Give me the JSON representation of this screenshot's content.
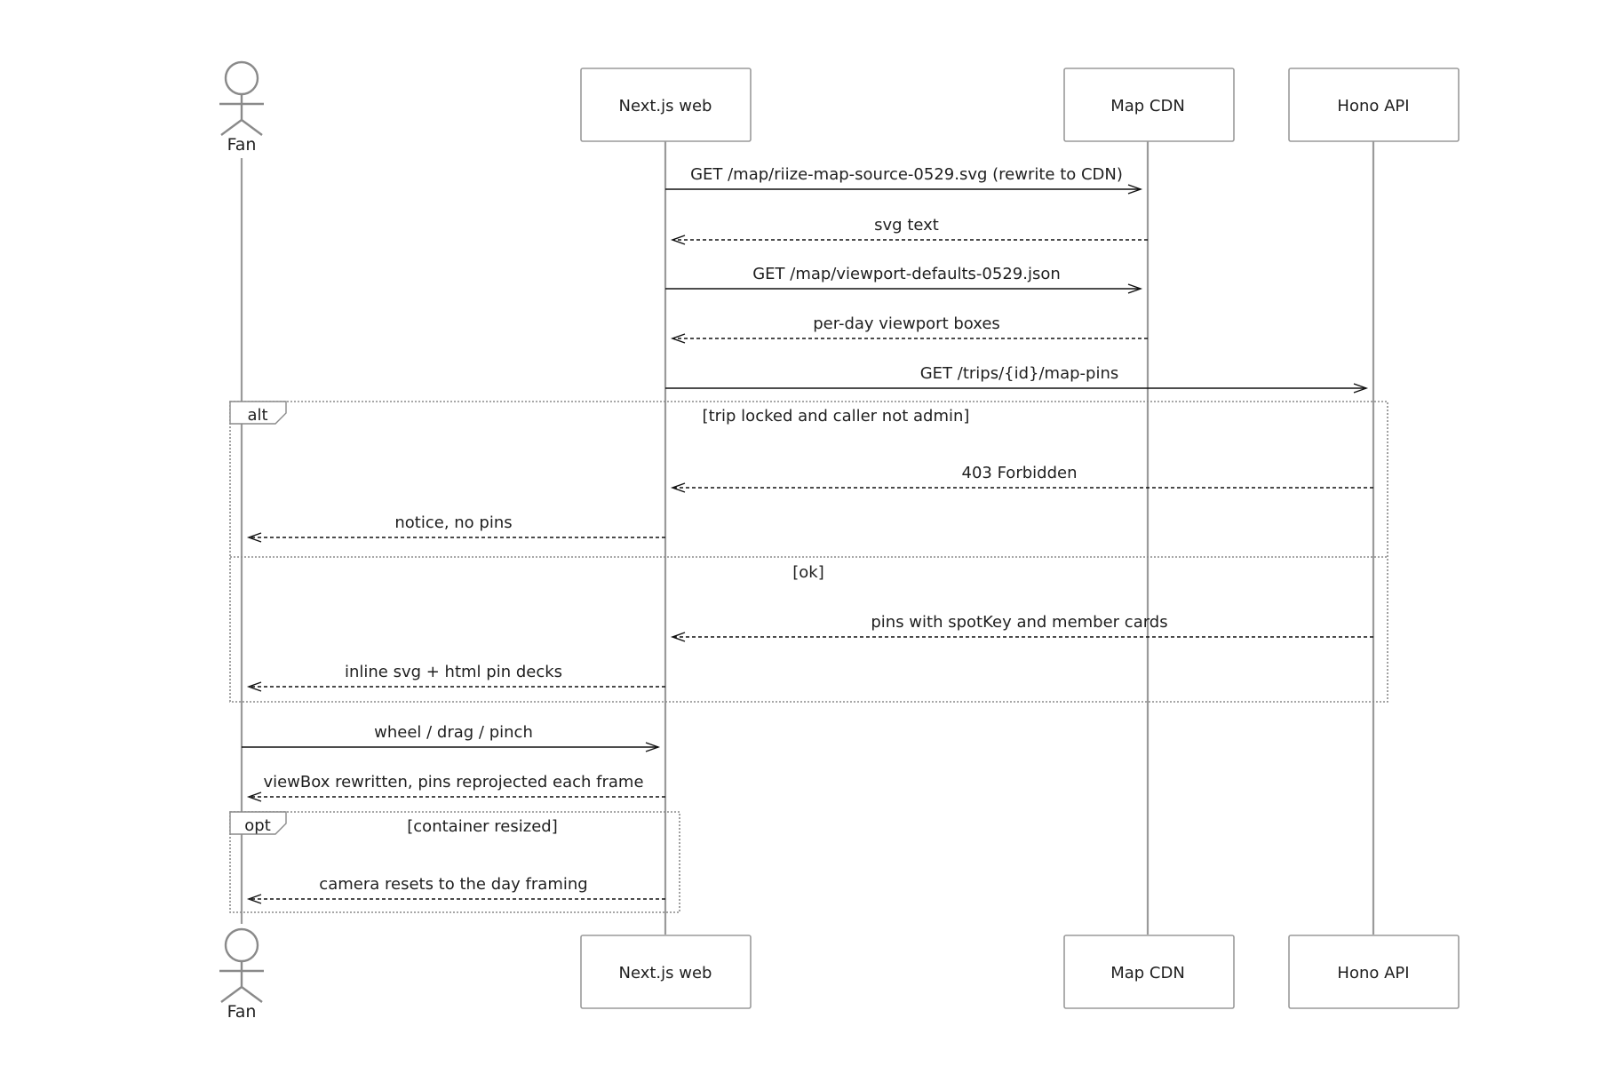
{
  "participants": [
    {
      "id": "fan",
      "name": "Fan",
      "kind": "actor"
    },
    {
      "id": "web",
      "name": "Next.js web",
      "kind": "box"
    },
    {
      "id": "cdn",
      "name": "Map CDN",
      "kind": "box"
    },
    {
      "id": "api",
      "name": "Hono API",
      "kind": "box"
    }
  ],
  "messages": [
    {
      "from": "web",
      "to": "cdn",
      "text": "GET /map/riize-map-source-0529.svg (rewrite to CDN)",
      "style": "solid"
    },
    {
      "from": "cdn",
      "to": "web",
      "text": "svg text",
      "style": "dashed"
    },
    {
      "from": "web",
      "to": "cdn",
      "text": "GET /map/viewport-defaults-0529.json",
      "style": "solid"
    },
    {
      "from": "cdn",
      "to": "web",
      "text": "per-day viewport boxes",
      "style": "dashed"
    },
    {
      "from": "web",
      "to": "api",
      "text": "GET /trips/{id}/map-pins",
      "style": "solid"
    },
    {
      "from": "api",
      "to": "web",
      "text": "403 Forbidden",
      "style": "dashed"
    },
    {
      "from": "web",
      "to": "fan",
      "text": "notice, no pins",
      "style": "dashed"
    },
    {
      "from": "api",
      "to": "web",
      "text": "pins with spotKey and member cards",
      "style": "dashed"
    },
    {
      "from": "web",
      "to": "fan",
      "text": "inline svg + html pin decks",
      "style": "dashed"
    },
    {
      "from": "fan",
      "to": "web",
      "text": "wheel / drag / pinch",
      "style": "solid"
    },
    {
      "from": "web",
      "to": "fan",
      "text": "viewBox rewritten, pins reprojected each frame",
      "style": "dashed"
    },
    {
      "from": "web",
      "to": "fan",
      "text": "camera resets to the day framing",
      "style": "dashed"
    }
  ],
  "fragments": [
    {
      "kind": "alt",
      "condition": "[trip locked and caller not admin]",
      "else_condition": "[ok]"
    },
    {
      "kind": "opt",
      "condition": "[container resized]"
    }
  ]
}
